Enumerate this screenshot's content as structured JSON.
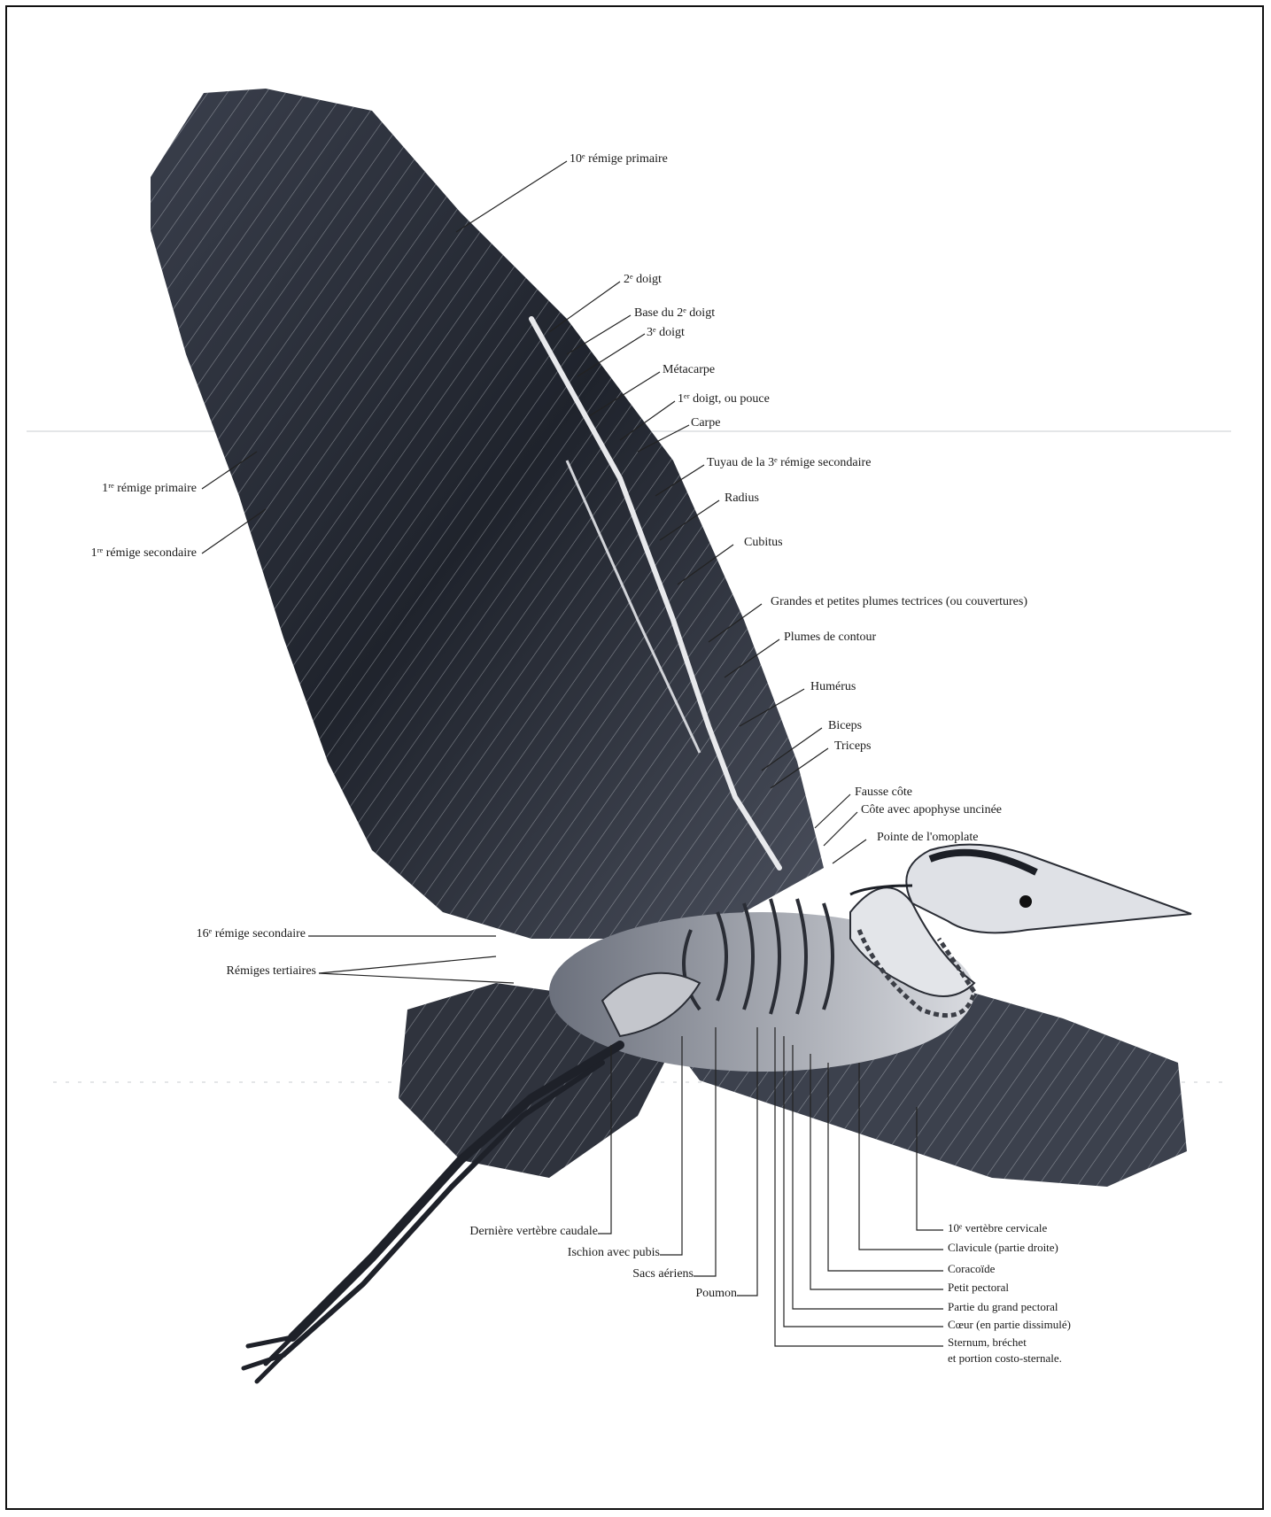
{
  "labels": {
    "remige_primaire_10": "10ᵉ rémige primaire",
    "doigt_2": "2ᵉ doigt",
    "base_doigt_2": "Base du 2ᵉ doigt",
    "doigt_3": "3ᵉ doigt",
    "metacarpe": "Métacarpe",
    "doigt_1_pouce": "1ᵉʳ doigt, ou pouce",
    "carpe": "Carpe",
    "tuyau_remige": "Tuyau de la 3ᵉ rémige secondaire",
    "radius": "Radius",
    "cubitus": "Cubitus",
    "tectrices": "Grandes et petites plumes tectrices (ou couvertures)",
    "plumes_contour": "Plumes de contour",
    "humerus": "Humérus",
    "biceps": "Biceps",
    "triceps": "Triceps",
    "fausse_cote": "Fausse côte",
    "cote_apophyse": "Côte avec apophyse uncinée",
    "pointe_omoplate": "Pointe de l'omoplate",
    "remige_primaire_1": "1ʳᵉ rémige primaire",
    "remige_secondaire_1": "1ʳᵉ rémige secondaire",
    "remige_secondaire_16": "16ᵉ rémige secondaire",
    "remiges_tertiaires": "Rémiges tertiaires",
    "derniere_vertebre": "Dernière vertèbre caudale",
    "ischion_pubis": "Ischion avec pubis",
    "sacs_aeriens": "Sacs aériens",
    "poumon": "Poumon",
    "vertebre_cervicale": "10ᵉ vertèbre cervicale",
    "clavicule": "Clavicule (partie droite)",
    "coracoide": "Coracoïde",
    "petit_pectoral": "Petit pectoral",
    "grand_pectoral": "Partie du grand pectoral",
    "coeur": "Cœur (en partie dissimulé)",
    "sternum_1": "Sternum, bréchet",
    "sternum_2": "et portion costo-sternale."
  },
  "colors": {
    "ink": "#1a1a1a",
    "feather": "#2b2f3a",
    "paper": "#ffffff"
  }
}
